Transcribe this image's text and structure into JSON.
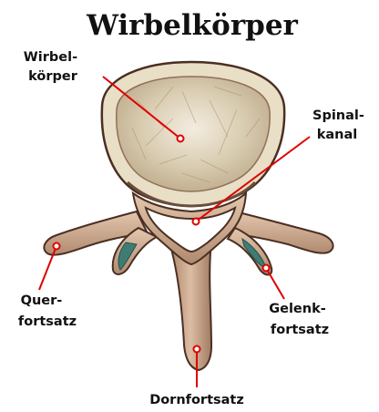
{
  "title": "Wirbelkörper",
  "colors": {
    "bone": "#d7b89e",
    "bone_shadow": "#8f6f58",
    "bone_edge": "#4a2f22",
    "cortex": "#e7dcc4",
    "spongy": "#cfc3a2",
    "cartilage": "#3f7d74",
    "pointer": "#e00000",
    "text": "#111111"
  },
  "labels": {
    "wirbelkoerper": [
      "Wirbel-",
      "körper"
    ],
    "spinalkanal": [
      "Spinal-",
      "kanal"
    ],
    "querfortsatz": [
      "Quer-",
      "fortsatz"
    ],
    "gelenkfortsatz": [
      "Gelenk-",
      "fortsatz"
    ],
    "dornfortsatz": [
      "Dornfortsatz"
    ]
  }
}
